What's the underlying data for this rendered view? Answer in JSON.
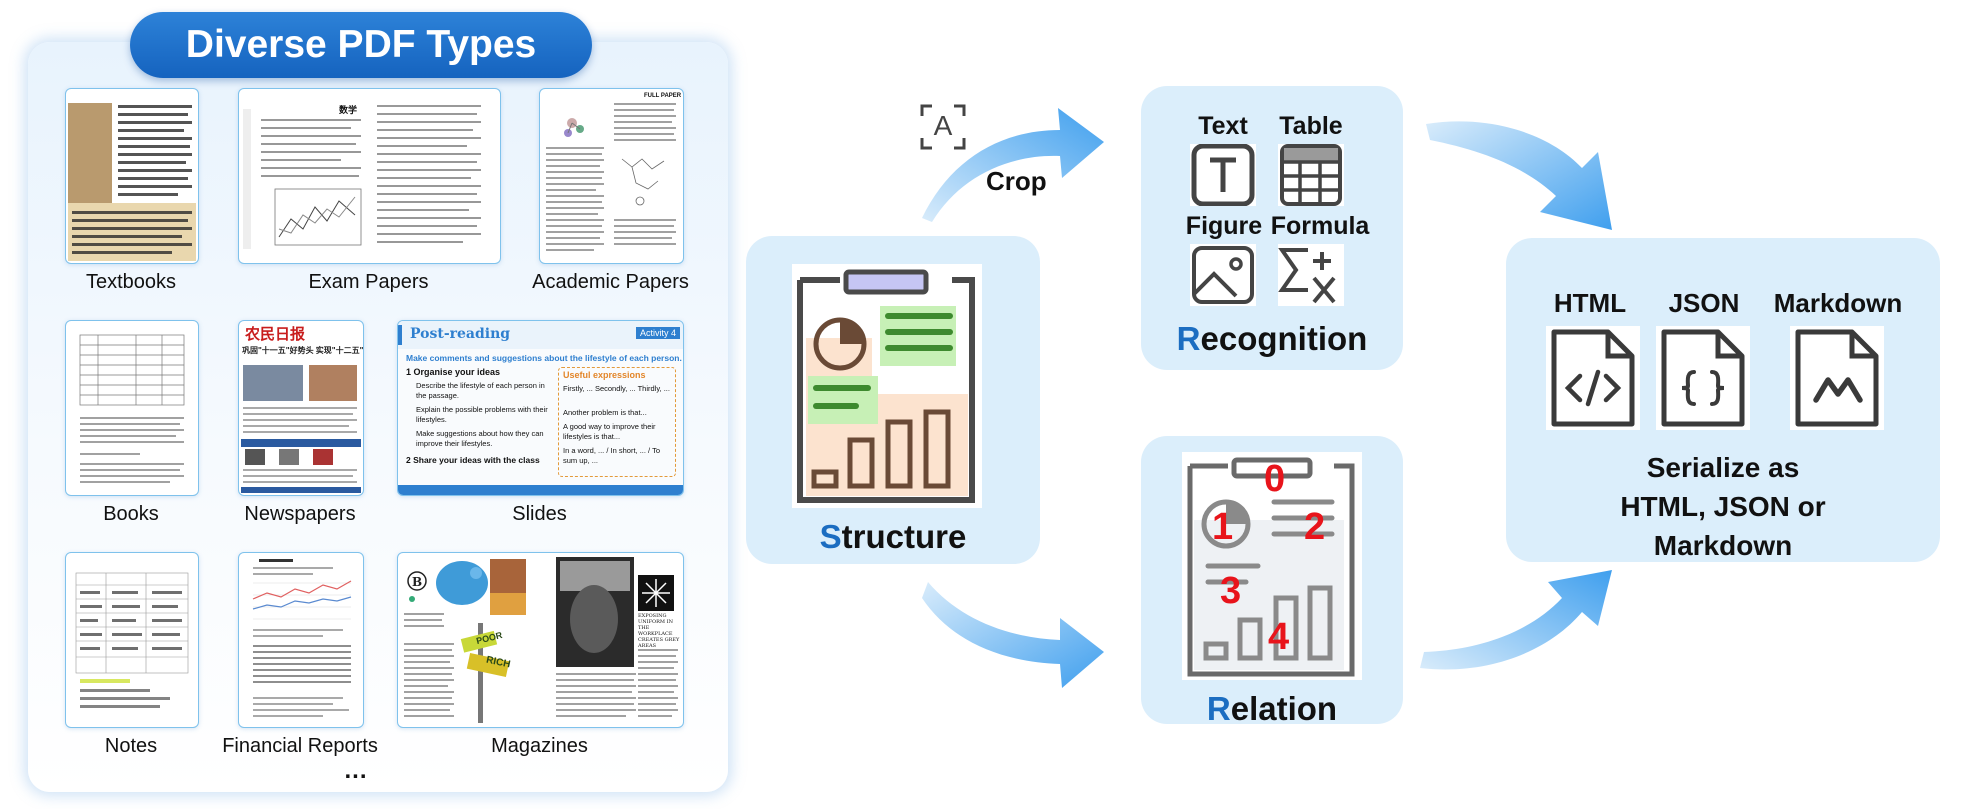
{
  "left": {
    "title": "Diverse PDF Types",
    "types": [
      {
        "label": "Textbooks"
      },
      {
        "label": "Exam Papers"
      },
      {
        "label": "Academic Papers"
      },
      {
        "label": "Books"
      },
      {
        "label": "Newspapers"
      },
      {
        "label": "Slides"
      },
      {
        "label": "Notes"
      },
      {
        "label": "Financial Reports"
      },
      {
        "label": "Magazines"
      }
    ],
    "more": "...",
    "slide": {
      "title": "Post-reading",
      "badge": "Activity 4",
      "subtitle": "Make comments and suggestions about the lifestyle of each person.",
      "step1": "1 Organise your ideas",
      "bullets": [
        "Describe the lifestyle of each person in the passage.",
        "Explain the possible problems with their lifestyles.",
        "Make suggestions about how they can improve their lifestyles."
      ],
      "step2": "2 Share your ideas with the class",
      "useful_title": "Useful expressions",
      "useful": [
        "Firstly, ... Secondly, ... Thirdly, ...",
        "Another problem is that...",
        "A good way to improve their lifestyles is that...",
        "In a word, ... / In short, ... / To sum up, ..."
      ]
    },
    "newspaper": {
      "masthead": "农民日报",
      "headline": "巩固\"十一五\"好势头 实现\"十二五\"好开局"
    },
    "magazine": {
      "headline": "EXPOSING UNIFORM IN THE WORKPLACE CREATES GREY AREAS",
      "sign1": "POOR",
      "sign2": "RICH"
    },
    "exam": {
      "title": "数学"
    },
    "academic": {
      "tag": "FULL PAPER"
    }
  },
  "crop": {
    "label": "Crop",
    "icon": "text-selection-icon",
    "glyph": "A"
  },
  "structure": {
    "first": "S",
    "rest": "tructure"
  },
  "recognition": {
    "first": "R",
    "rest": "ecognition",
    "items": [
      {
        "label": "Text",
        "icon": "text-icon"
      },
      {
        "label": "Table",
        "icon": "table-icon"
      },
      {
        "label": "Figure",
        "icon": "image-icon"
      },
      {
        "label": "Formula",
        "icon": "formula-icon"
      }
    ]
  },
  "relation": {
    "first": "R",
    "rest": "elation",
    "order": [
      "0",
      "1",
      "2",
      "3",
      "4"
    ]
  },
  "serialize": {
    "formats": [
      {
        "label": "HTML",
        "icon": "code-file-icon"
      },
      {
        "label": "JSON",
        "icon": "json-file-icon"
      },
      {
        "label": "Markdown",
        "icon": "markdown-file-icon"
      }
    ],
    "caption_lines": [
      "Serialize as",
      "HTML, JSON or",
      "Markdown"
    ]
  },
  "colors": {
    "accent_blue": "#1b6dc1",
    "panel_bg": "#dbeefb",
    "arrow_blue": "#4aa6ee",
    "red_number": "#e8141b",
    "green_block": "#c7f0b6",
    "orange_block": "#fce3cf",
    "icon_stroke": "#3a3a3a"
  }
}
